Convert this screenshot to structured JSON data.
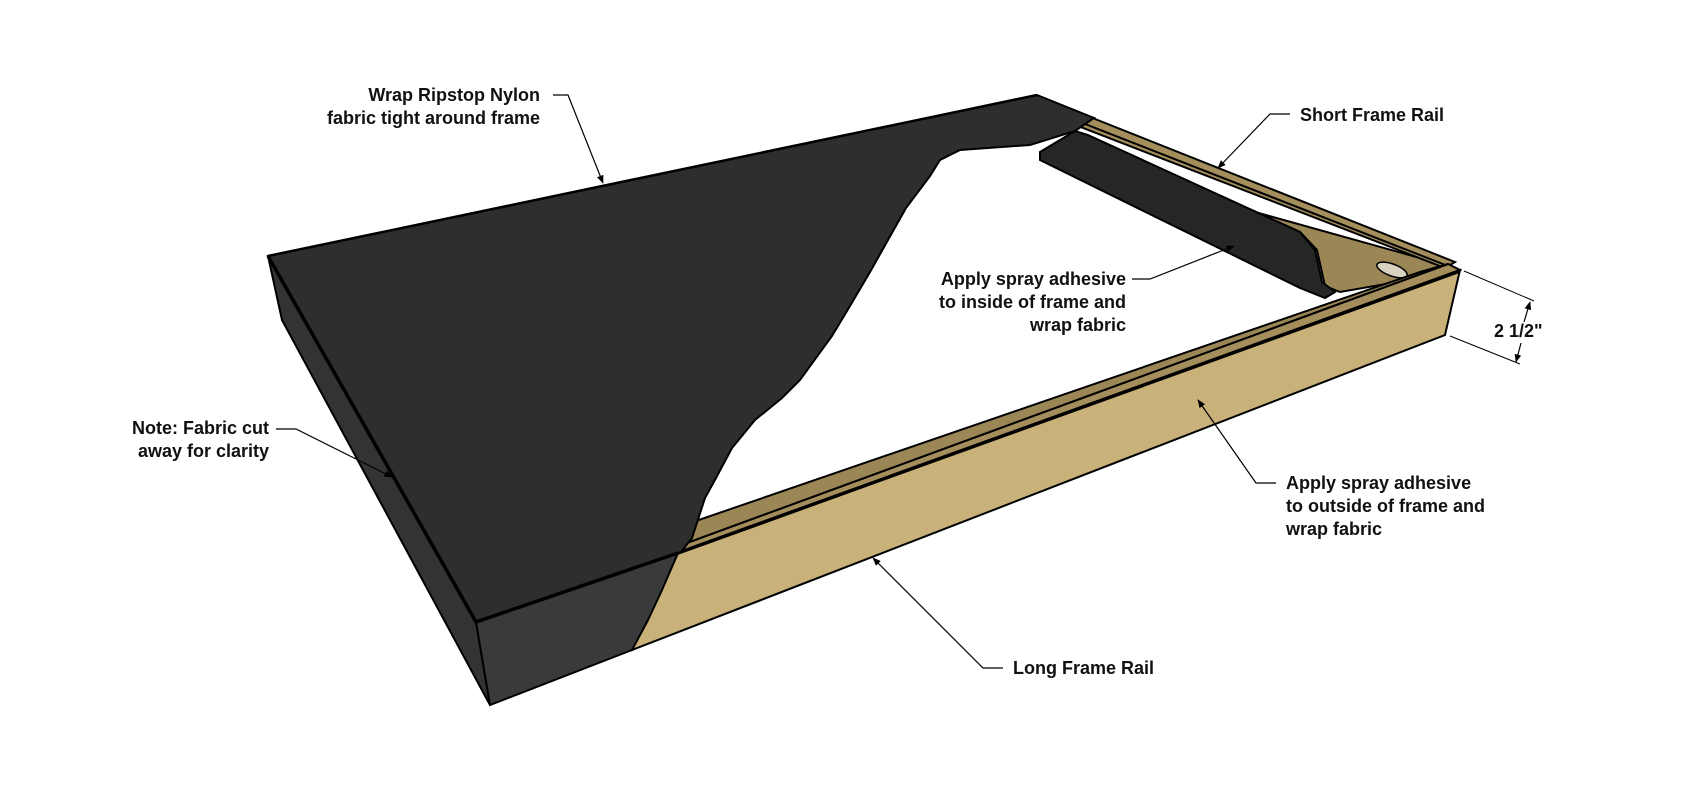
{
  "colors": {
    "fabric_top": "#2e2e2e",
    "fabric_side": "#3a3a3a",
    "wood_face": "#c8b27a",
    "wood_top": "#a48f5c",
    "wood_inner": "#9b8656",
    "outline": "#000000",
    "text": "#111111"
  },
  "labels": {
    "wrap": {
      "line1": "Wrap Ripstop Nylon",
      "line2": "fabric tight around frame"
    },
    "short_rail": "Short Frame Rail",
    "inside": {
      "line1": "Apply spray adhesive",
      "line2": "to inside of frame and",
      "line3": "wrap fabric"
    },
    "dimension": "2 1/2\"",
    "note": {
      "line1": "Note: Fabric cut",
      "line2": "away for clarity"
    },
    "outside": {
      "line1": "Apply spray adhesive",
      "line2": "to outside of frame and",
      "line3": "wrap fabric"
    },
    "long_rail": "Long Frame Rail"
  }
}
